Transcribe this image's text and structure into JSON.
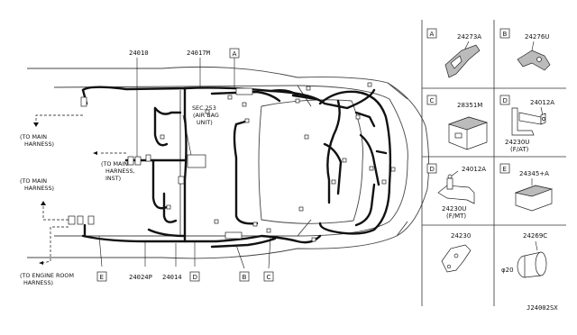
{
  "diagram": {
    "part_numbers": {
      "p24010": "24010",
      "p24017M": "24017M",
      "p24024P": "24024P",
      "p24014": "24014"
    },
    "callouts": {
      "A": "A",
      "B": "B",
      "C": "C",
      "D": "D",
      "E": "E"
    },
    "sec_note": [
      "SEC.253",
      "(AIR BAG",
      "UNIT)"
    ],
    "harness_labels": {
      "main1": [
        "(TO MAIN",
        "HARNESS)"
      ],
      "main_inst": [
        "(TO MAIN",
        "HARNESS,",
        "INST)"
      ],
      "main2": [
        "(TO MAIN",
        "HARNESS)"
      ],
      "engine_room": [
        "(TO ENGINE ROOM",
        "HARNESS)"
      ]
    }
  },
  "panels": {
    "A": {
      "letter": "A",
      "part": "24273A"
    },
    "B": {
      "letter": "B",
      "part": "24276U"
    },
    "C": {
      "letter": "C",
      "part": "28351M"
    },
    "D_at": {
      "letter": "D",
      "part_a": "24012A",
      "part_b": "24230U",
      "variant": "(F/AT)"
    },
    "D_mt": {
      "letter": "D",
      "part_a": "24012A",
      "part_b": "24230U",
      "variant": "(F/MT)"
    },
    "E": {
      "letter": "E",
      "part": "24345+A"
    },
    "p24230": {
      "part": "24230"
    },
    "p24269C": {
      "part": "24269C",
      "dim": "φ20"
    }
  },
  "footer_code": "J24002SX"
}
